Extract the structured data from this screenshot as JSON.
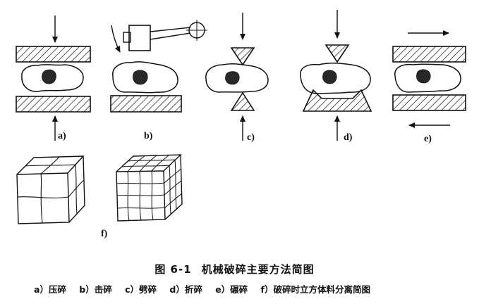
{
  "panels": {
    "a": "a)",
    "b": "b)",
    "c": "c)",
    "d": "d)",
    "e": "e)",
    "f": "f)"
  },
  "caption": {
    "number": "图 6-1",
    "title": "机械破碎主要方法简图"
  },
  "legend": [
    "a）压碎",
    "b）击碎",
    "c）劈碎",
    "d）折碎",
    "e）碾碎",
    "f）破碎时立方体料分离简图"
  ]
}
